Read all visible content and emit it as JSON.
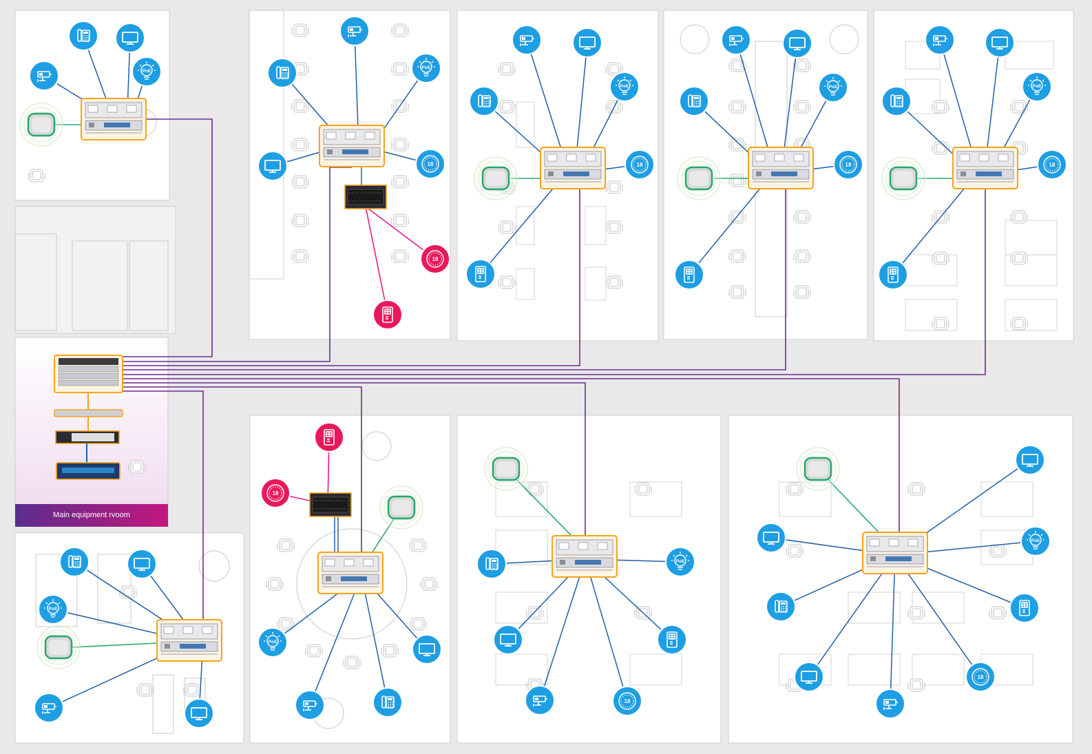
{
  "main_room": {
    "label": "Main equipment rvoom"
  },
  "icon_badges": {
    "poe": "PoE",
    "clock": "18"
  },
  "colors": {
    "building_bg": "#e9e9e9",
    "room_fill": "#ffffff",
    "wall": "#c9c9c9",
    "furniture": "#cfcfcf",
    "device_blue": "#1e9ee3",
    "device_pink": "#e8195a",
    "uplink_purple": "#6a2c91",
    "device_link_blue": "#1f5fa8",
    "ap_link_green": "#25a86a",
    "secondary_link_pink": "#e8198b",
    "switch_orange": "#f7a21b",
    "main_room_gradient_start": "#5b2d8e",
    "main_room_gradient_end": "#c2187e"
  },
  "legend_of_icons": [
    "phone-icon",
    "monitor-icon",
    "camera-icon",
    "poe-bulb-icon",
    "clock-icon",
    "access-control-icon",
    "wireless-ap-icon",
    "poe-switch-icon",
    "rack-server-icon"
  ]
}
